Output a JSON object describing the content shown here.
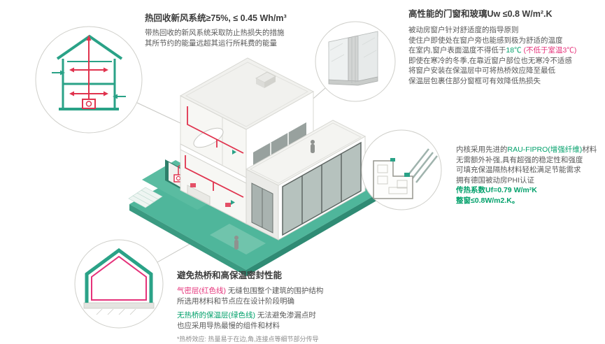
{
  "colors": {
    "teal_accent": "#2aa287",
    "platform_teal": "#4fb69b",
    "green_text": "#00a06a",
    "magenta_text": "#e5327a",
    "duct_red": "#e0334e"
  },
  "ventilation": {
    "title": "热回收新风系统≥75%, ≤ 0.45 Wh/m³",
    "line1": "带热回收的新风系统采取防止热损失的措施",
    "line2": "其所节约的能量远超其运行所耗费的能量"
  },
  "glazing": {
    "title": "高性能的门窗和玻璃Uw ≤0.8 W/m².K",
    "line1": "被动房窗户针对舒适度的指导原则",
    "line2": "使住户即使处在窗户旁也能感到极为舒适的温度",
    "line3_a": "在室内,窗户表面温度不得低于",
    "line3_b": "18℃",
    "line3_c": " (不低于室温3℃)",
    "line4": "即使在寒冷的冬季,在靠近窗户部位也无寒冷不适感",
    "line5": "将窗户安装在保温层中可将热桥效应降至最低",
    "line6": "保温层包裹住部分窗框可有效降低热损失"
  },
  "profile": {
    "line1_a": "内核采用先进的",
    "line1_b": "RAU-FIPRO(增强纤维)",
    "line1_c": "材料",
    "line2": "无需额外补强,具有超强的稳定性和强度",
    "line3": "可填充保温隔热材料轻松满足节能需求",
    "line4": "拥有德国被动房PHI认证",
    "line5": "传热系数Uf=0.79 W/m²K",
    "line6": "整窗≤0.8W/m2.K。"
  },
  "thermal": {
    "title": "避免热桥和高保温密封性能",
    "p1_label": "气密层(红色线)",
    "p1_rest": " 无缝包围整个建筑的围护结构",
    "p1_line2": "所选用材料和节点应在设计阶段明确",
    "p2_label": "无热桥的保温层(绿色线)",
    "p2_rest": " 无法避免渗漏点时",
    "p2_line2": "也应采用导热最慢的组件和材料",
    "footnote": "*热桥效应: 热量易于在边,角,连接点等细节部分传导"
  }
}
